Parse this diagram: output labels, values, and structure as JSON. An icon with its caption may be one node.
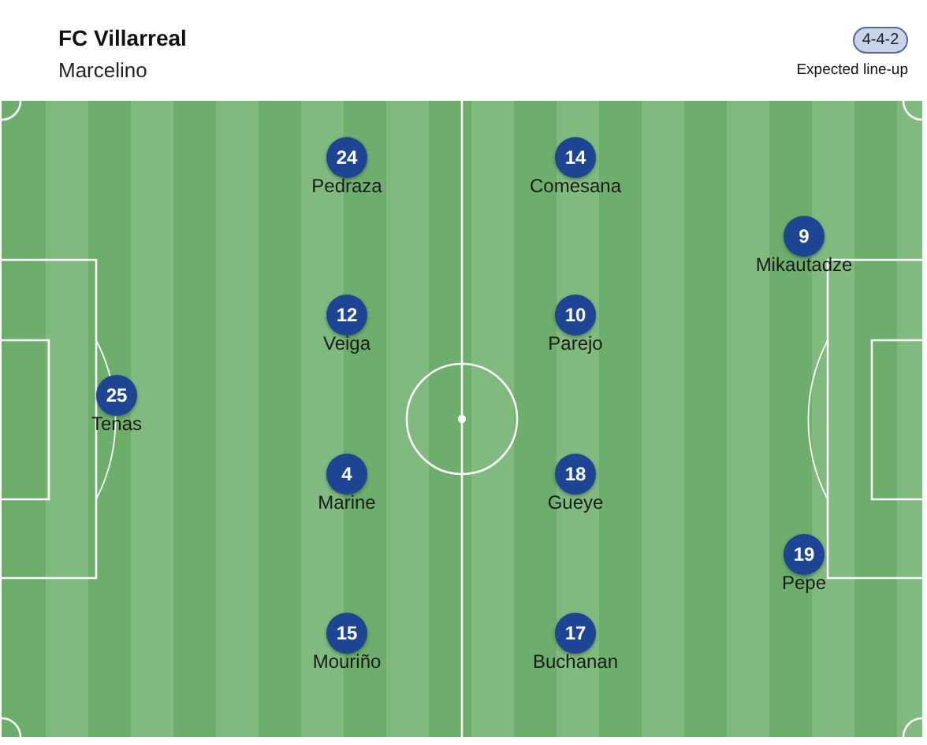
{
  "diagram": {
    "title": "FC Villarreal",
    "nodes": [
      {
        "text": [
          "24"
        ],
        "beside": [
          "Pedraza"
        ]
      },
      {
        "text": [
          "14"
        ],
        "beside": [
          "Comesana"
        ]
      },
      {
        "text": [
          "9"
        ],
        "beside": [
          "Mikautadze"
        ]
      },
      {
        "text": [
          "12"
        ],
        "beside": [
          "Veiga"
        ]
      },
      {
        "text": [
          "10"
        ],
        "beside": [
          "Parejo"
        ]
      },
      {
        "text": [
          "25"
        ],
        "beside": [
          "Tenas"
        ]
      },
      {
        "text": [
          "4"
        ],
        "beside": [
          "Marine"
        ]
      },
      {
        "text": [
          "18"
        ],
        "beside": [
          "Gueye"
        ]
      },
      {
        "text": [
          "19"
        ],
        "beside": [
          "Pepe"
        ]
      },
      {
        "text": [
          "15"
        ],
        "beside": [
          "Mouriño"
        ]
      },
      {
        "text": [
          "17"
        ],
        "beside": [
          "Buchanan"
        ]
      }
    ],
    "labels": [
      "Marcelino",
      "4-4-2",
      "Expected line-up"
    ]
  }
}
